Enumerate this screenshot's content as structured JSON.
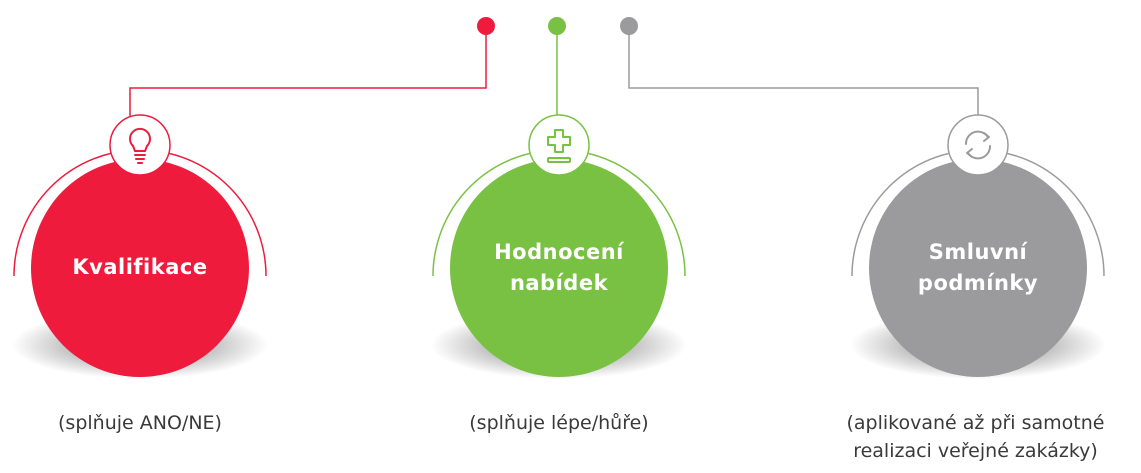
{
  "colors": {
    "red": "#ee1b3d",
    "green": "#79c143",
    "gray": "#9b9b9d",
    "caption_text": "#3a3a3a"
  },
  "stages": [
    {
      "id": "kvalifikace",
      "title_lines": [
        "Kvalifikace"
      ],
      "caption_lines": [
        "(splňuje ANO/NE)"
      ],
      "icon": "lightbulb-icon",
      "color": "#ee1b3d"
    },
    {
      "id": "hodnoceni",
      "title_lines": [
        "Hodnocení",
        "nabídek"
      ],
      "caption_lines": [
        "(splňuje lépe/hůře)"
      ],
      "icon": "plus-minus-icon",
      "color": "#79c143"
    },
    {
      "id": "smluvni",
      "title_lines": [
        "Smluvní",
        "podmínky"
      ],
      "caption_lines": [
        "(aplikované až při samotné",
        "realizaci veřejné zakázky)"
      ],
      "icon": "refresh-arrows-icon",
      "color": "#9b9b9d"
    }
  ]
}
